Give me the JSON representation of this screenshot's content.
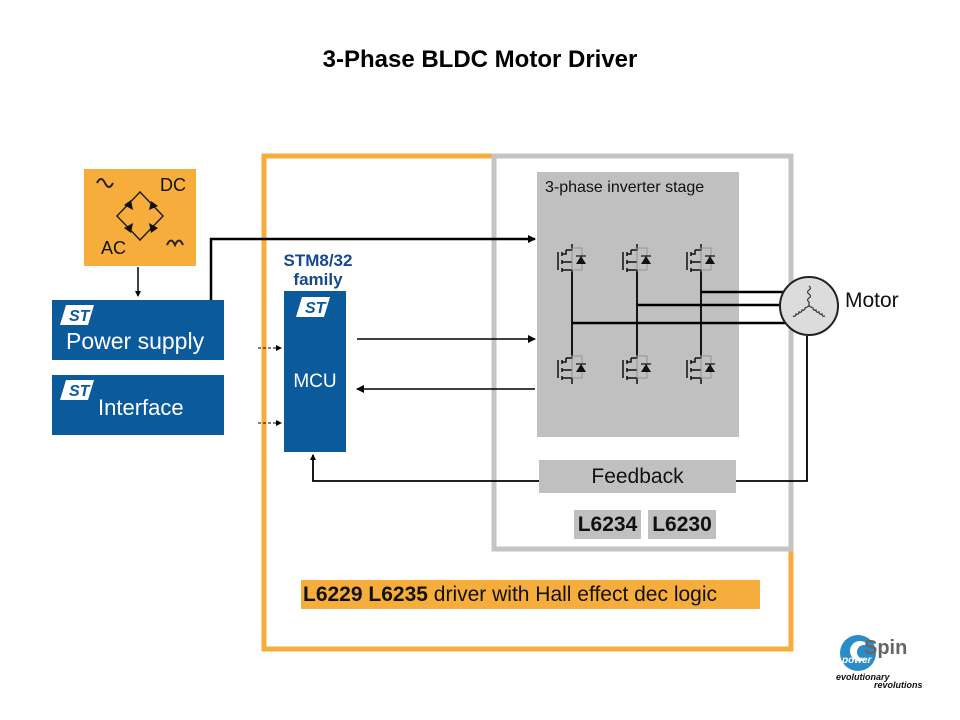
{
  "title": "3-Phase BLDC Motor Driver",
  "rectifier": {
    "dc_label": "DC",
    "ac_label": "AC"
  },
  "power_supply": {
    "label": "Power supply",
    "logo": "ST"
  },
  "interface": {
    "label": "Interface",
    "logo": "ST"
  },
  "mcu": {
    "family_line1": "STM8/32",
    "family_line2": "family",
    "label": "MCU",
    "logo": "ST"
  },
  "inverter": {
    "title": "3-phase inverter stage"
  },
  "motor": {
    "label": "Motor"
  },
  "feedback": {
    "label": "Feedback"
  },
  "feedback_chips": [
    "L6234",
    "L6230"
  ],
  "driver": {
    "chips": "L6229 L6235",
    "description": " driver with Hall effect dec logic"
  },
  "brand": {
    "name": "Spin",
    "sub": "power",
    "tagline1": "evolutionary",
    "tagline2": "revolutions"
  },
  "colors": {
    "st_blue": "#0b5a9c",
    "orange": "#f7ad3b",
    "gray_frame": "#c4c4c4",
    "inverter_bg": "#c0c0c0"
  }
}
